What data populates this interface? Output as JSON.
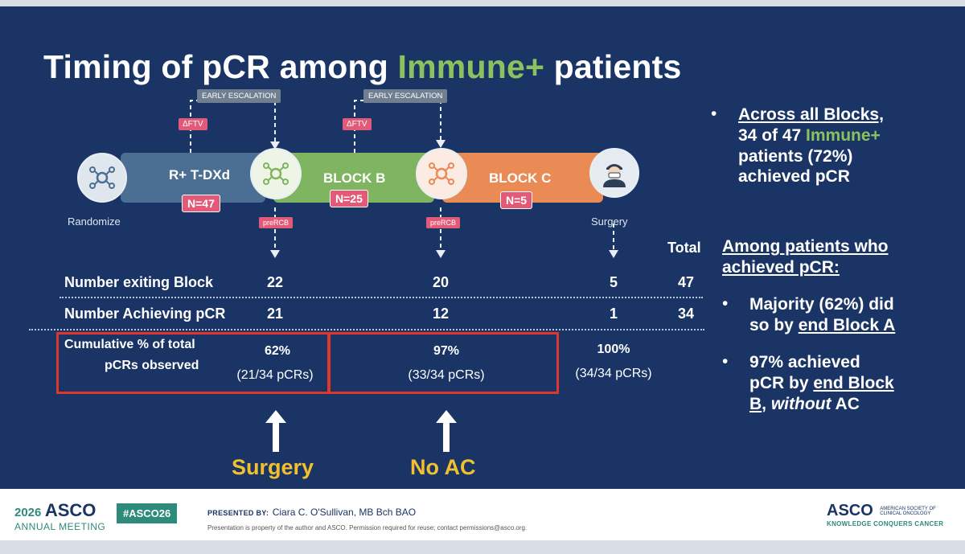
{
  "slide": {
    "title_part1": "Timing of pCR among ",
    "title_highlight": "Immune+",
    "title_part2": " patients",
    "colors": {
      "background": "#1a3465",
      "highlight_green": "#8cc160",
      "callout_yellow": "#f2c02e",
      "box_red": "#e0362b",
      "badge_pink": "#e35a78"
    }
  },
  "diagram": {
    "early_escalation_1": "EARLY ESCALATION",
    "early_escalation_2": "EARLY ESCALATION",
    "ftv_1": "ΔFTV",
    "ftv_2": "ΔFTV",
    "randomize_label": "Randomize",
    "block_a_label": "R+ T-DXd",
    "block_a_n": "N=47",
    "block_b_label": "BLOCK B",
    "block_b_n": "N=25",
    "block_c_label": "BLOCK C",
    "block_c_n": "N=5",
    "prercb_1": "preRCB",
    "prercb_2": "preRCB",
    "surgery_label": "Surgery",
    "icons": [
      "network-icon",
      "network-icon",
      "network-icon",
      "surgeon-icon"
    ]
  },
  "table": {
    "total_header": "Total",
    "row1_label": "Number exiting Block",
    "row1_values": [
      "22",
      "20",
      "5",
      "47"
    ],
    "row2_label": "Number Achieving pCR",
    "row2_values": [
      "21",
      "12",
      "1",
      "34"
    ],
    "row3_label_line1": "Cumulative % of total",
    "row3_label_line2": "pCRs observed",
    "row3_pct": [
      "62%",
      "97%",
      "100%"
    ],
    "row3_frac": [
      "(21/34 pCRs)",
      "(33/34 pCRs)",
      "(34/34 pCRs)"
    ]
  },
  "callouts": {
    "surgery": "Surgery",
    "no_ac": "No AC"
  },
  "right_panel": {
    "b1_line1": "Across all Blocks,",
    "b1_line2_pre": "34 of 47 ",
    "b1_line2_hl": "Immune+",
    "b1_line3": "patients (72%)",
    "b1_line4": "achieved pCR",
    "heading_line1": "Among patients who",
    "heading_line2": "achieved pCR:",
    "b2_line1": "Majority (62%) did",
    "b2_line2_pre": "so by ",
    "b2_line2_u": "end Block A",
    "b3_line1": "97% achieved",
    "b3_line2_pre": "pCR by ",
    "b3_line2_u": "end Block",
    "b3_line3_u": "B",
    "b3_line3_mid": ", ",
    "b3_line3_it": "without",
    "b3_line3_post": " AC",
    "bullet": "•"
  },
  "footer": {
    "year": "2026",
    "asco": "ASCO",
    "annual_meeting": "ANNUAL MEETING",
    "hashtag": "#ASCO26",
    "presented_by": "PRESENTED BY:",
    "presenter": "Ciara C. O'Sullivan, MB Bch BAO",
    "disclaimer": "Presentation is property of the author and ASCO. Permission required for reuse; contact permissions@asco.org.",
    "asco_right": "ASCO",
    "society_line1": "AMERICAN SOCIETY OF",
    "society_line2": "CLINICAL ONCOLOGY",
    "tagline": "KNOWLEDGE CONQUERS CANCER"
  }
}
